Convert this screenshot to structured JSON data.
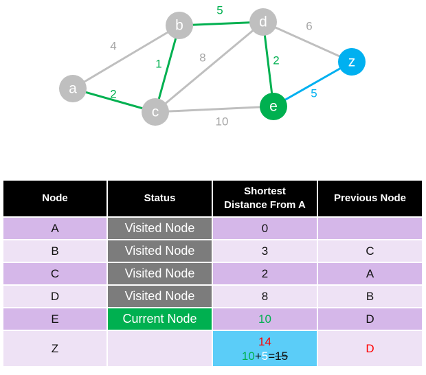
{
  "graph": {
    "nodes": [
      {
        "id": "a",
        "label": "a"
      },
      {
        "id": "b",
        "label": "b"
      },
      {
        "id": "c",
        "label": "c"
      },
      {
        "id": "d",
        "label": "d"
      },
      {
        "id": "e",
        "label": "e"
      },
      {
        "id": "z",
        "label": "z"
      }
    ],
    "edges": [
      {
        "from": "a",
        "to": "b",
        "weight": "4",
        "state": "default"
      },
      {
        "from": "a",
        "to": "c",
        "weight": "2",
        "state": "path"
      },
      {
        "from": "b",
        "to": "c",
        "weight": "1",
        "state": "path"
      },
      {
        "from": "b",
        "to": "d",
        "weight": "5",
        "state": "path"
      },
      {
        "from": "c",
        "to": "d",
        "weight": "8",
        "state": "default"
      },
      {
        "from": "c",
        "to": "e",
        "weight": "10",
        "state": "default"
      },
      {
        "from": "d",
        "to": "e",
        "weight": "2",
        "state": "path"
      },
      {
        "from": "d",
        "to": "z",
        "weight": "6",
        "state": "default"
      },
      {
        "from": "e",
        "to": "z",
        "weight": "5",
        "state": "active"
      }
    ],
    "colors": {
      "default": "#bfbfbf",
      "path": "#00b050",
      "active": "#00b0f0",
      "node_default": "#bfbfbf",
      "node_current": "#00b050",
      "node_target": "#00b0f0",
      "edge_label_default": "#a6a6a6"
    }
  },
  "table": {
    "headers": {
      "node": "Node",
      "status": "Status",
      "distance_line1": "Shortest",
      "distance_line2": "Distance From A",
      "previous": "Previous Node"
    },
    "rows": [
      {
        "node": "A",
        "status": "Visited Node",
        "distance": "0",
        "previous": ""
      },
      {
        "node": "B",
        "status": "Visited Node",
        "distance": "3",
        "previous": "C"
      },
      {
        "node": "C",
        "status": "Visited Node",
        "distance": "2",
        "previous": "A"
      },
      {
        "node": "D",
        "status": "Visited Node",
        "distance": "8",
        "previous": "B"
      },
      {
        "node": "E",
        "status": "Current Node",
        "distance": "10",
        "previous": "D"
      }
    ],
    "z_row": {
      "node": "Z",
      "status": "",
      "new_distance": "14",
      "calc_a": "10",
      "calc_plus": "+",
      "calc_b": "5",
      "calc_eq": "=",
      "old_distance": "15",
      "previous": "D"
    }
  }
}
